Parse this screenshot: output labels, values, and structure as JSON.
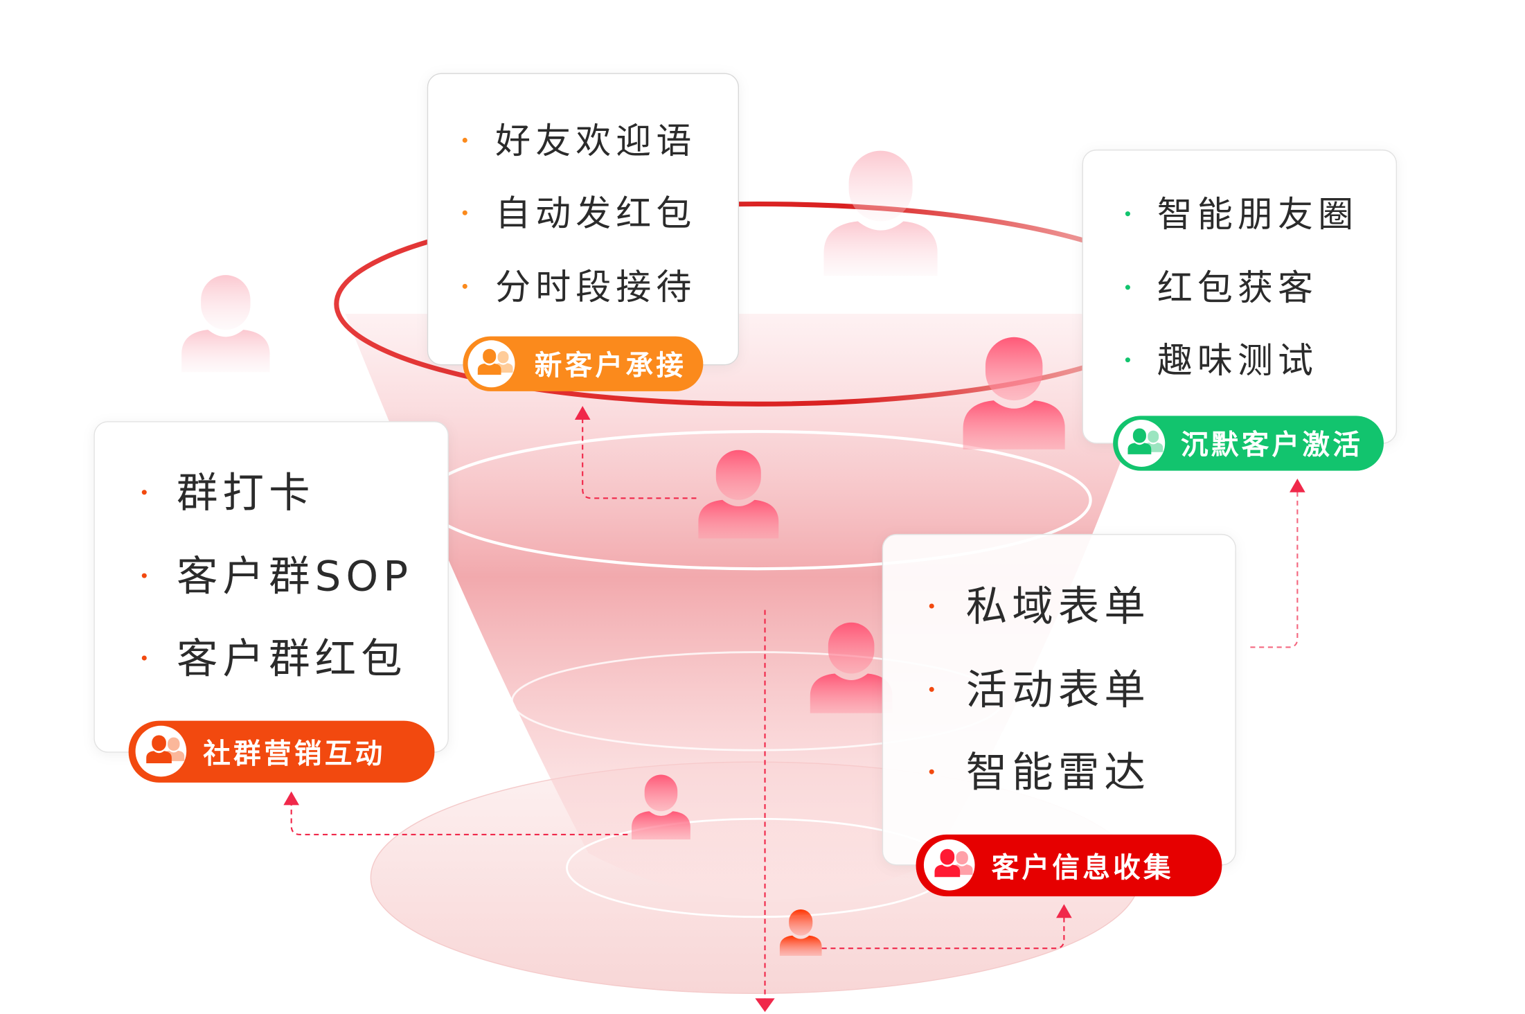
{
  "colors": {
    "orange": "#fb8a1c",
    "green": "#12c46e",
    "red_orange": "#f2490f",
    "red": "#e60000",
    "funnel_red": "#e02a2a",
    "dash": "#f0284a"
  },
  "cards": [
    {
      "id": "new-customer",
      "items": [
        "好友欢迎语",
        "自动发红包",
        "分时段接待"
      ],
      "badge": "新客户承接",
      "icon": "users-icon"
    },
    {
      "id": "silent-activation",
      "items": [
        "智能朋友圈",
        "红包获客",
        "趣味测试"
      ],
      "badge": "沉默客户激活",
      "icon": "users-icon"
    },
    {
      "id": "community-marketing",
      "items": [
        "群打卡",
        "客户群SOP",
        "客户群红包"
      ],
      "badge": "社群营销互动",
      "icon": "users-icon"
    },
    {
      "id": "info-collection",
      "items": [
        "私域表单",
        "活动表单",
        "智能雷达"
      ],
      "badge": "客户信息收集",
      "icon": "users-icon"
    }
  ]
}
